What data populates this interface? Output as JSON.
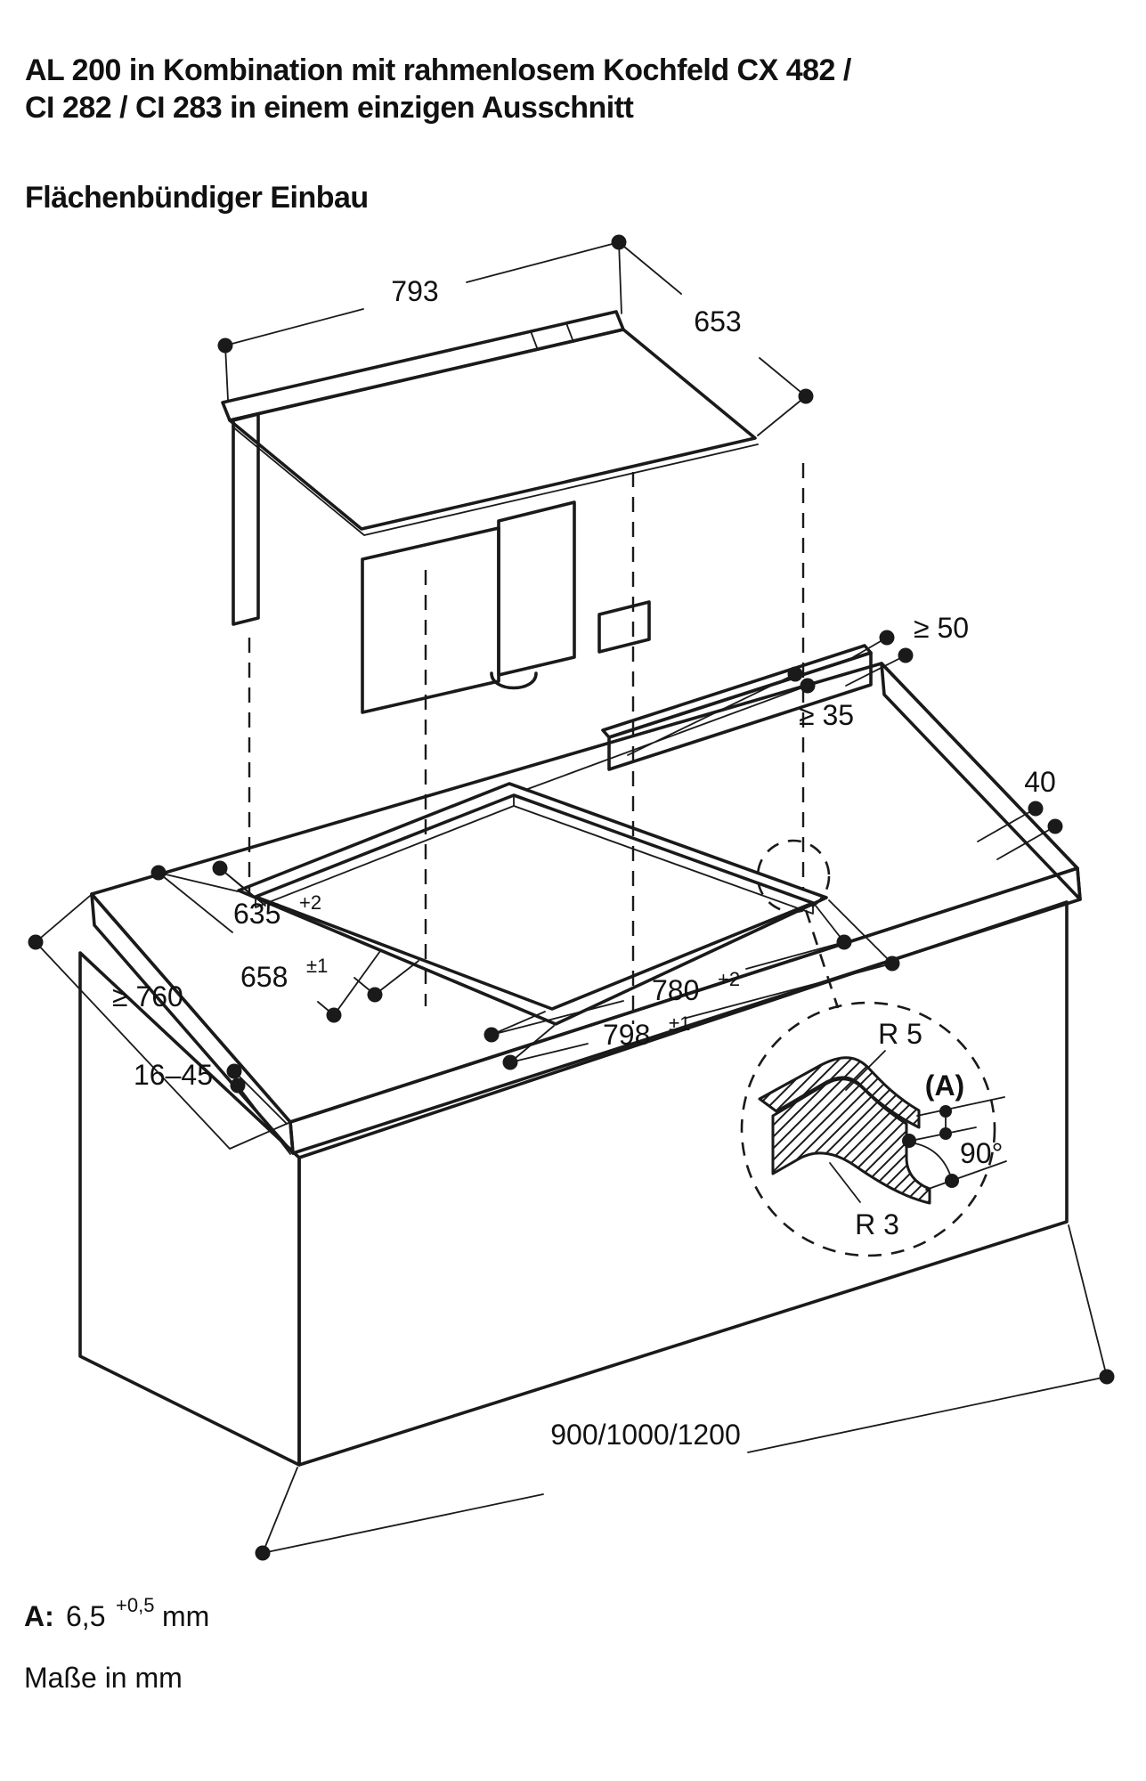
{
  "page": {
    "background": "#ffffff",
    "ink": "#1a1a1a"
  },
  "header": {
    "title_line1": "AL 200 in Kombination mit rahmenlosem Kochfeld CX 482 /",
    "title_line2": "CI 282 / CI 283 in einem einzigen Ausschnitt",
    "subtitle": "Flächenbündiger Einbau"
  },
  "dimensions": {
    "hood_width": "793",
    "hood_depth": "653",
    "clearance_side": "≥ 50",
    "clearance_back": "≥ 35",
    "edge_distance": "40",
    "cutout_depth_inner": {
      "main": "635",
      "sup": "+2"
    },
    "cutout_depth_outer": {
      "main": "658",
      "sup": "±1"
    },
    "cutout_width_inner": {
      "main": "780",
      "sup": "+2"
    },
    "cutout_width_outer": {
      "main": "798",
      "sup": "±1"
    },
    "counter_depth": "≥ 760",
    "counter_thickness": "16–45",
    "cabinet_width": "900/1000/1200"
  },
  "detail": {
    "radius_top": "R 5",
    "step_label": "(A)",
    "angle": "90°",
    "radius_bottom": "R 3"
  },
  "footnotes": {
    "a_label": "A:",
    "a_value": "6,5",
    "a_sup": "+0,5",
    "a_unit": "mm",
    "units_note": "Maße in mm"
  }
}
